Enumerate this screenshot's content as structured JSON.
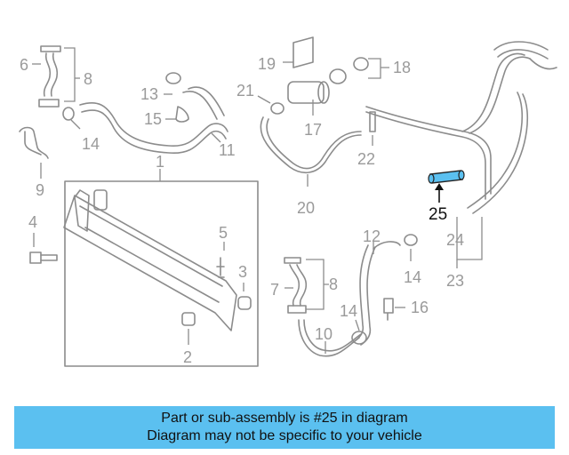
{
  "callouts": {
    "c1": "1",
    "c2": "2",
    "c3": "3",
    "c4": "4",
    "c5": "5",
    "c6": "6",
    "c7": "7",
    "c8a": "8",
    "c8b": "8",
    "c9": "9",
    "c10": "10",
    "c11": "11",
    "c12": "12",
    "c13": "13",
    "c14a": "14",
    "c14b": "14",
    "c14c": "14",
    "c15": "15",
    "c16": "16",
    "c17": "17",
    "c18": "18",
    "c19": "19",
    "c20": "20",
    "c21": "21",
    "c22": "22",
    "c23": "23",
    "c24": "24",
    "c25": "25"
  },
  "highlight": {
    "part_number": "25",
    "color": "#5bc0f0"
  },
  "banner": {
    "line1": "Part or sub-assembly is #25 in diagram",
    "line2": "Diagram may not be specific to your vehicle",
    "background": "#5bc0f0"
  }
}
